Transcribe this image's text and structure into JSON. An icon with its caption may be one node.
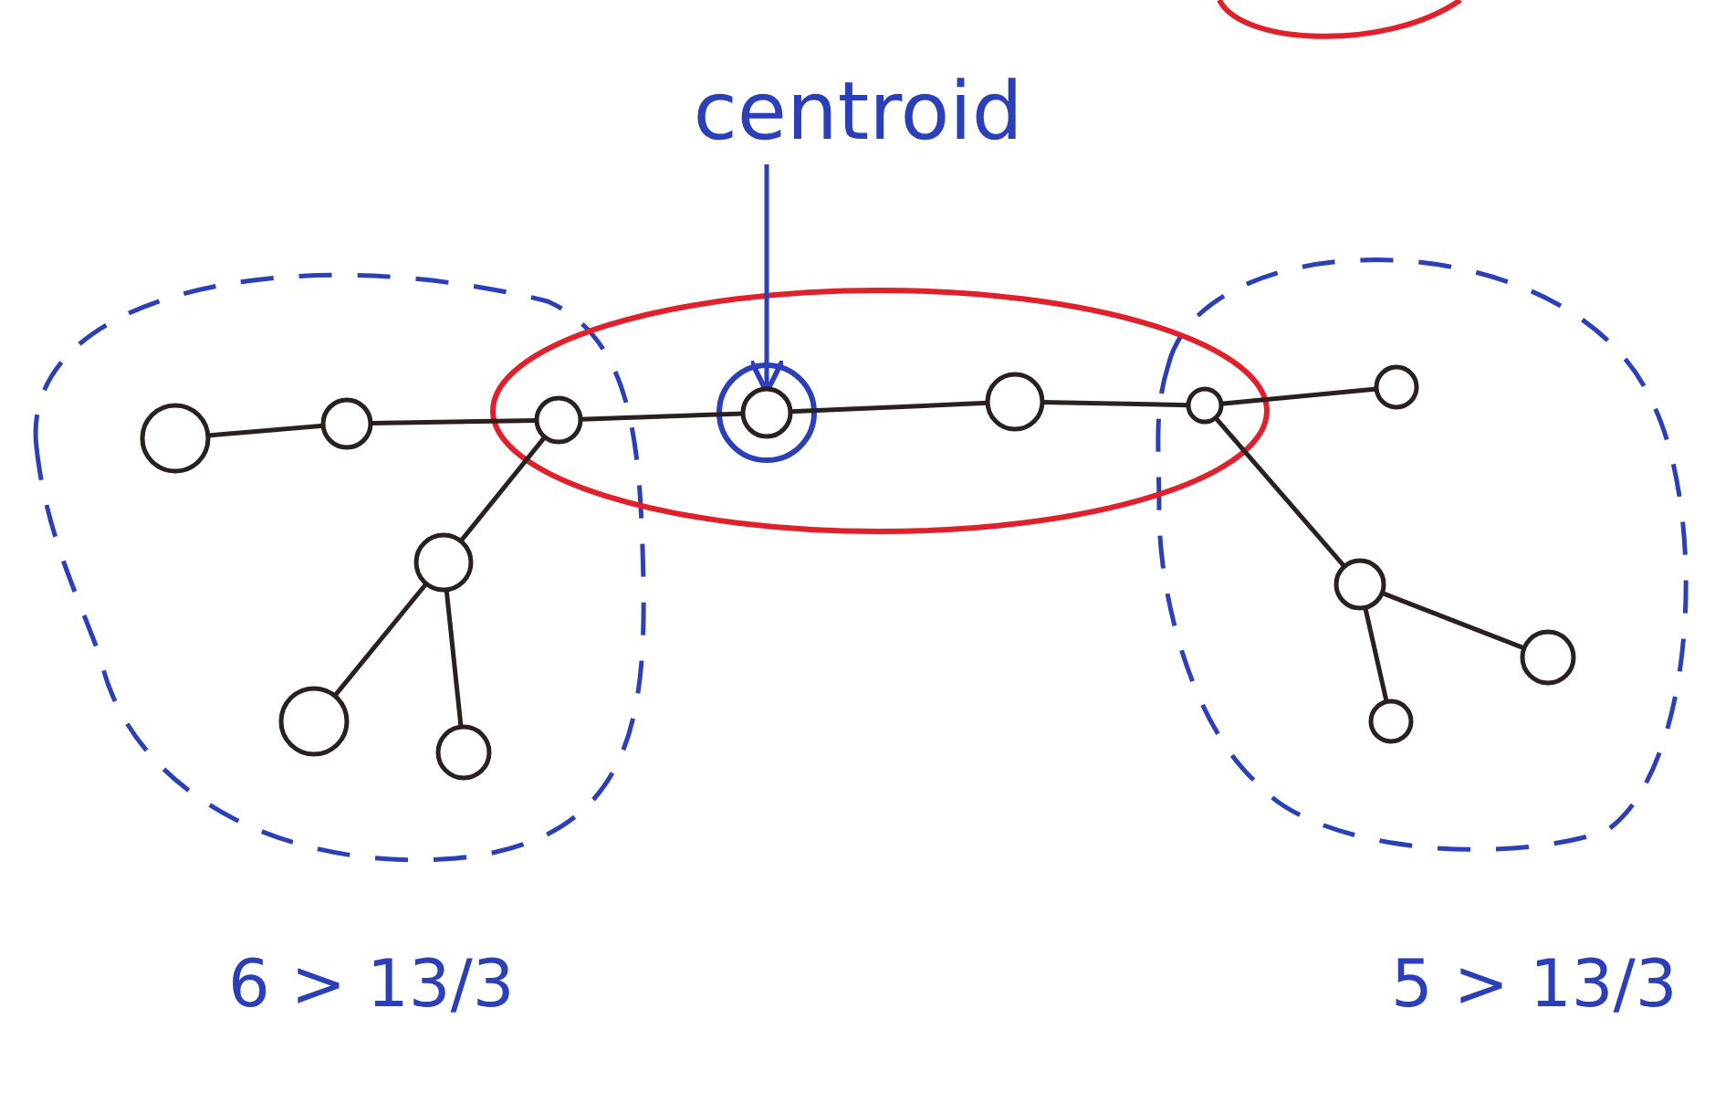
{
  "diagram": {
    "nodes": [
      {
        "text": [
          "centroid"
        ]
      },
      {
        "text": [],
        "shape": "circle"
      },
      {
        "text": [],
        "shape": "circle"
      },
      {
        "text": [],
        "shape": "circle"
      },
      {
        "text": [],
        "shape": "circle"
      },
      {
        "text": [],
        "shape": "circle"
      },
      {
        "text": [],
        "shape": "circle"
      },
      {
        "text": [],
        "shape": "circle"
      },
      {
        "text": [],
        "shape": "circle"
      },
      {
        "text": [],
        "shape": "circle"
      },
      {
        "text": [],
        "shape": "circle"
      },
      {
        "text": [],
        "shape": "circle"
      },
      {
        "text": [],
        "shape": "circle"
      },
      {
        "text": [],
        "shape": "circle"
      }
    ],
    "edges": [
      {
        "from": 0,
        "to": 4,
        "arrow": "to",
        "color": "#2b3fb8"
      },
      {
        "from": 1,
        "to": 2,
        "arrow": "none"
      },
      {
        "from": 2,
        "to": 3,
        "arrow": "none"
      },
      {
        "from": 3,
        "to": 4,
        "arrow": "none"
      },
      {
        "from": 4,
        "to": 5,
        "arrow": "none"
      },
      {
        "from": 5,
        "to": 6,
        "arrow": "none"
      },
      {
        "from": 6,
        "to": 7,
        "arrow": "none"
      },
      {
        "from": 3,
        "to": 8,
        "arrow": "none"
      },
      {
        "from": 8,
        "to": 9,
        "arrow": "none"
      },
      {
        "from": 8,
        "to": 10,
        "arrow": "none"
      },
      {
        "from": 6,
        "to": 11,
        "arrow": "none"
      },
      {
        "from": 11,
        "to": 12,
        "arrow": "none"
      },
      {
        "from": 11,
        "to": 13,
        "arrow": "none"
      }
    ],
    "labels": [
      "6 > 13/3",
      "5 > 13/3"
    ]
  }
}
